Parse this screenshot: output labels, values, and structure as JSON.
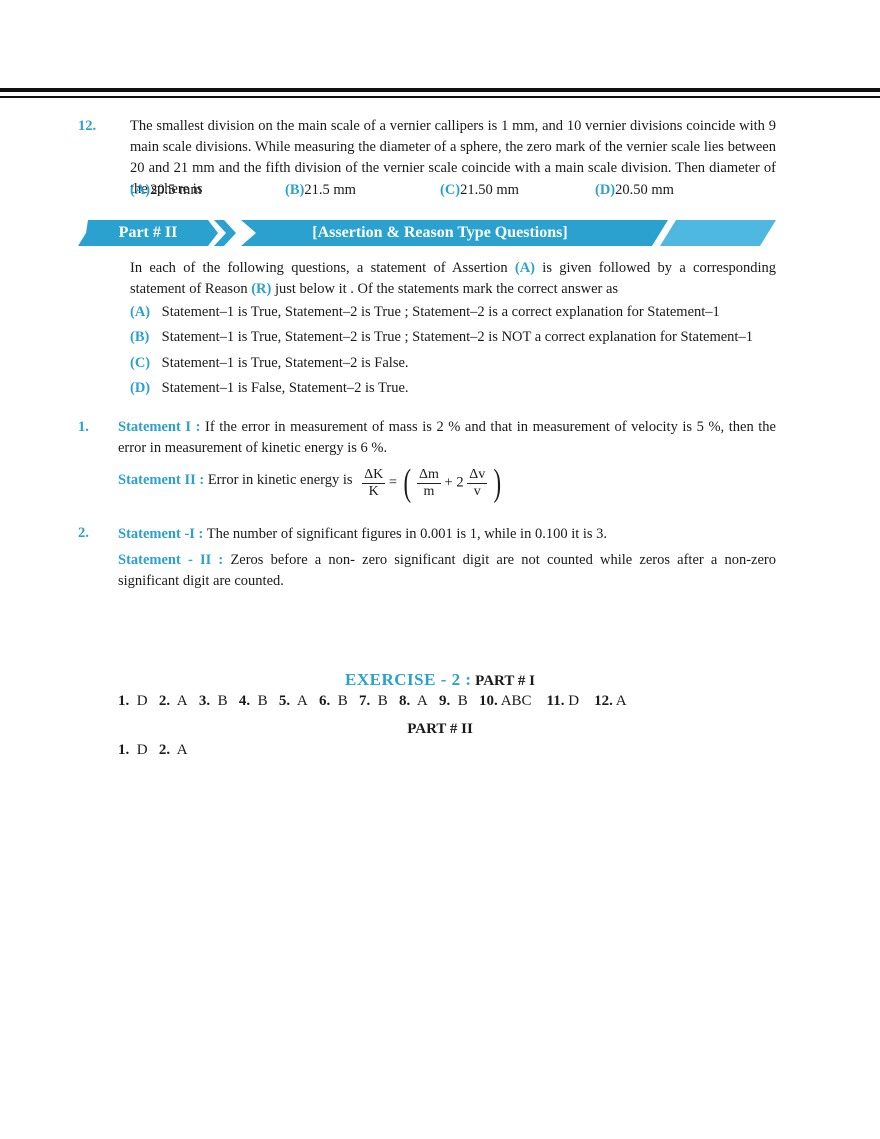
{
  "q12": {
    "number": "12.",
    "text": "The smallest division on the main scale of a vernier callipers is 1 mm, and 10 vernier divisions coincide with 9 main scale divisions. While measuring the diameter of a sphere, the zero mark of the vernier scale lies between 20 and 21 mm and the fifth division of the vernier scale coincide with a main scale division. Then diameter of the sphere is",
    "options": [
      {
        "label": "(A)",
        "value": "20.5 mm"
      },
      {
        "label": "(B)",
        "value": "21.5 mm"
      },
      {
        "label": "(C)",
        "value": "21.50 mm"
      },
      {
        "label": "(D)",
        "value": "20.50 mm"
      }
    ]
  },
  "banner": {
    "part": "Part # II",
    "title": "[Assertion & Reason Type Questions]",
    "colors": {
      "primary": "#2aa1cf",
      "light": "#4fb8e0"
    }
  },
  "intro": {
    "before_a": "In each of the following questions, a statement of Assertion",
    "a": "(A)",
    "mid": "is given followed by a corresponding statement of Reason",
    "r": "(R)",
    "after_r": "just below it . Of the statements mark the correct answer as"
  },
  "choices": [
    {
      "label": "(A)",
      "text": "Statement–1 is True, Statement–2 is True ; Statement–2 is a correct explanation for Statement–1"
    },
    {
      "label": "(B)",
      "text": "Statement–1 is True, Statement–2 is True ; Statement–2 is NOT a correct explanation for Statement–1"
    },
    {
      "label": "(C)",
      "text": "Statement–1 is True, Statement–2 is False."
    },
    {
      "label": "(D)",
      "text": "Statement–1 is False, Statement–2 is True."
    }
  ],
  "q1": {
    "number": "1.",
    "s1_label": "Statement I :",
    "s1_text": "If the error in measurement of mass is 2 % and that in measurement of velocity is 5 %, then the error in measurement of kinetic energy is 6 %.",
    "s2_label": "Statement II :",
    "s2_text": "Error in kinetic energy is",
    "formula": {
      "lhs_num": "ΔK",
      "lhs_den": "K",
      "eq": "=",
      "t1_num": "Δm",
      "t1_den": "m",
      "plus": "+ 2",
      "t2_num": "Δv",
      "t2_den": "v"
    }
  },
  "q2": {
    "number": "2.",
    "s1_label": "Statement -I :",
    "s1_text": "The number of significant figures in 0.001 is 1, while in 0.100 it is 3.",
    "s2_label": "Statement - II :",
    "s2_text": "Zeros before a non- zero significant digit are not counted while zeros after a non-zero significant digit are counted."
  },
  "answers": {
    "title": "EXERCISE - 2 :",
    "part1_label": "PART # I",
    "part1": [
      {
        "n": "1.",
        "a": "D"
      },
      {
        "n": "2.",
        "a": "A"
      },
      {
        "n": "3.",
        "a": "B"
      },
      {
        "n": "4.",
        "a": "B"
      },
      {
        "n": "5.",
        "a": "A"
      },
      {
        "n": "6.",
        "a": "B"
      },
      {
        "n": "7.",
        "a": "B"
      },
      {
        "n": "8.",
        "a": "A"
      },
      {
        "n": "9.",
        "a": "B"
      },
      {
        "n": "10.",
        "a": "ABC"
      },
      {
        "n": "11.",
        "a": "D"
      },
      {
        "n": "12.",
        "a": "A"
      }
    ],
    "part2_label": "PART # II",
    "part2": [
      {
        "n": "1.",
        "a": "D"
      },
      {
        "n": "2.",
        "a": "A"
      }
    ]
  }
}
